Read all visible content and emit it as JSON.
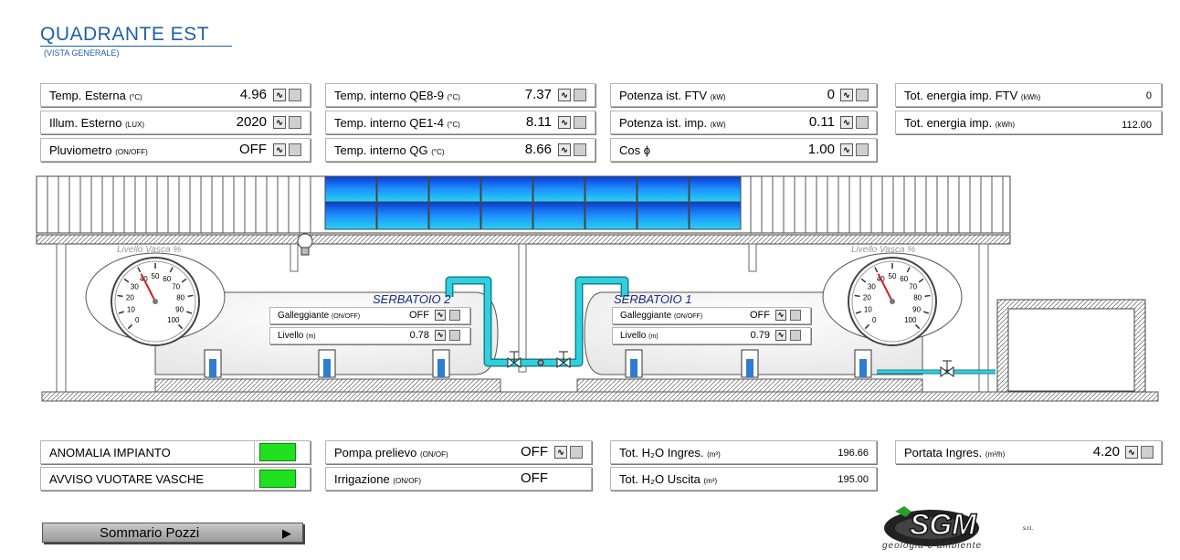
{
  "header": {
    "title": "QUADRANTE EST",
    "subtitle": "(VISTA GENERALE)"
  },
  "top_boxes": [
    {
      "label": "Temp. Esterna",
      "unit": "(°C)",
      "value": "4.96"
    },
    {
      "label": "Illum. Esterno",
      "unit": "(LUX)",
      "value": "2020"
    },
    {
      "label": "Pluviometro",
      "unit": "(ON/OFF)",
      "value": "OFF"
    },
    {
      "label": "Temp. interno QE8-9",
      "unit": "(°C)",
      "value": "7.37"
    },
    {
      "label": "Temp. interno QE1-4",
      "unit": "(°C)",
      "value": "8.11"
    },
    {
      "label": "Temp. interno QG",
      "unit": "(°C)",
      "value": "8.66"
    },
    {
      "label": "Potenza ist. FTV",
      "unit": "(kW)",
      "value": "0"
    },
    {
      "label": "Potenza ist. imp.",
      "unit": "(kW)",
      "value": "0.11"
    },
    {
      "label": "Cos ϕ",
      "unit": "",
      "value": "1.00"
    },
    {
      "label": "Tot. energia imp. FTV",
      "unit": "(kWh)",
      "value": "0"
    },
    {
      "label": "Tot. energia imp.",
      "unit": "(kWh)",
      "value": "112.00"
    }
  ],
  "tanks": {
    "tank2": {
      "name": "SERBATOIO 2",
      "float_label": "Galleggiante",
      "float_unit": "(ON/OFF)",
      "float_value": "OFF",
      "level_label": "Livello",
      "level_unit": "(m)",
      "level_value": "0.78"
    },
    "tank1": {
      "name": "SERBATOIO 1",
      "float_label": "Galleggiante",
      "float_unit": "(ON/OFF)",
      "float_value": "OFF",
      "level_label": "Livello",
      "level_unit": "(m)",
      "level_value": "0.79"
    }
  },
  "gauges": {
    "left": {
      "title": "Livello Vasca %",
      "ticks": [
        "0",
        "10",
        "20",
        "30",
        "40",
        "50",
        "60",
        "70",
        "80",
        "90",
        "100"
      ],
      "value_percent": 40
    },
    "right": {
      "title": "Livello Vasca %",
      "ticks": [
        "0",
        "10",
        "20",
        "30",
        "40",
        "50",
        "60",
        "70",
        "80",
        "90",
        "100"
      ],
      "value_percent": 40
    }
  },
  "bottom": {
    "alarm1_label": "ANOMALIA IMPIANTO",
    "alarm2_label": "AVVISO VUOTARE VASCHE",
    "pump_label": "Pompa prelievo",
    "pump_unit": "(ON/OF)",
    "pump_value": "OFF",
    "irrig_label": "Irrigazione",
    "irrig_unit": "(ON/OF)",
    "irrig_value": "OFF",
    "h2o_in_label": "Tot. H₂O Ingres.",
    "h2o_in_unit": "(m³)",
    "h2o_in_value": "196.66",
    "h2o_out_label": "Tot. H₂O Uscita",
    "h2o_out_unit": "(m³)",
    "h2o_out_value": "195.00",
    "flow_label": "Portata Ingres.",
    "flow_unit": "(m³/h)",
    "flow_value": "4.20"
  },
  "nav": {
    "summary_label": "Sommario Pozzi",
    "arrow": "▶"
  },
  "logo": {
    "text": "SGM",
    "tagline": "geologia e ambiente",
    "suffix": "s.r.l."
  },
  "icons": {
    "trend": "trend-icon",
    "alarm_color": "#20e020",
    "water_color": "#2fd0e0",
    "panel_color": "#1e90ff"
  }
}
